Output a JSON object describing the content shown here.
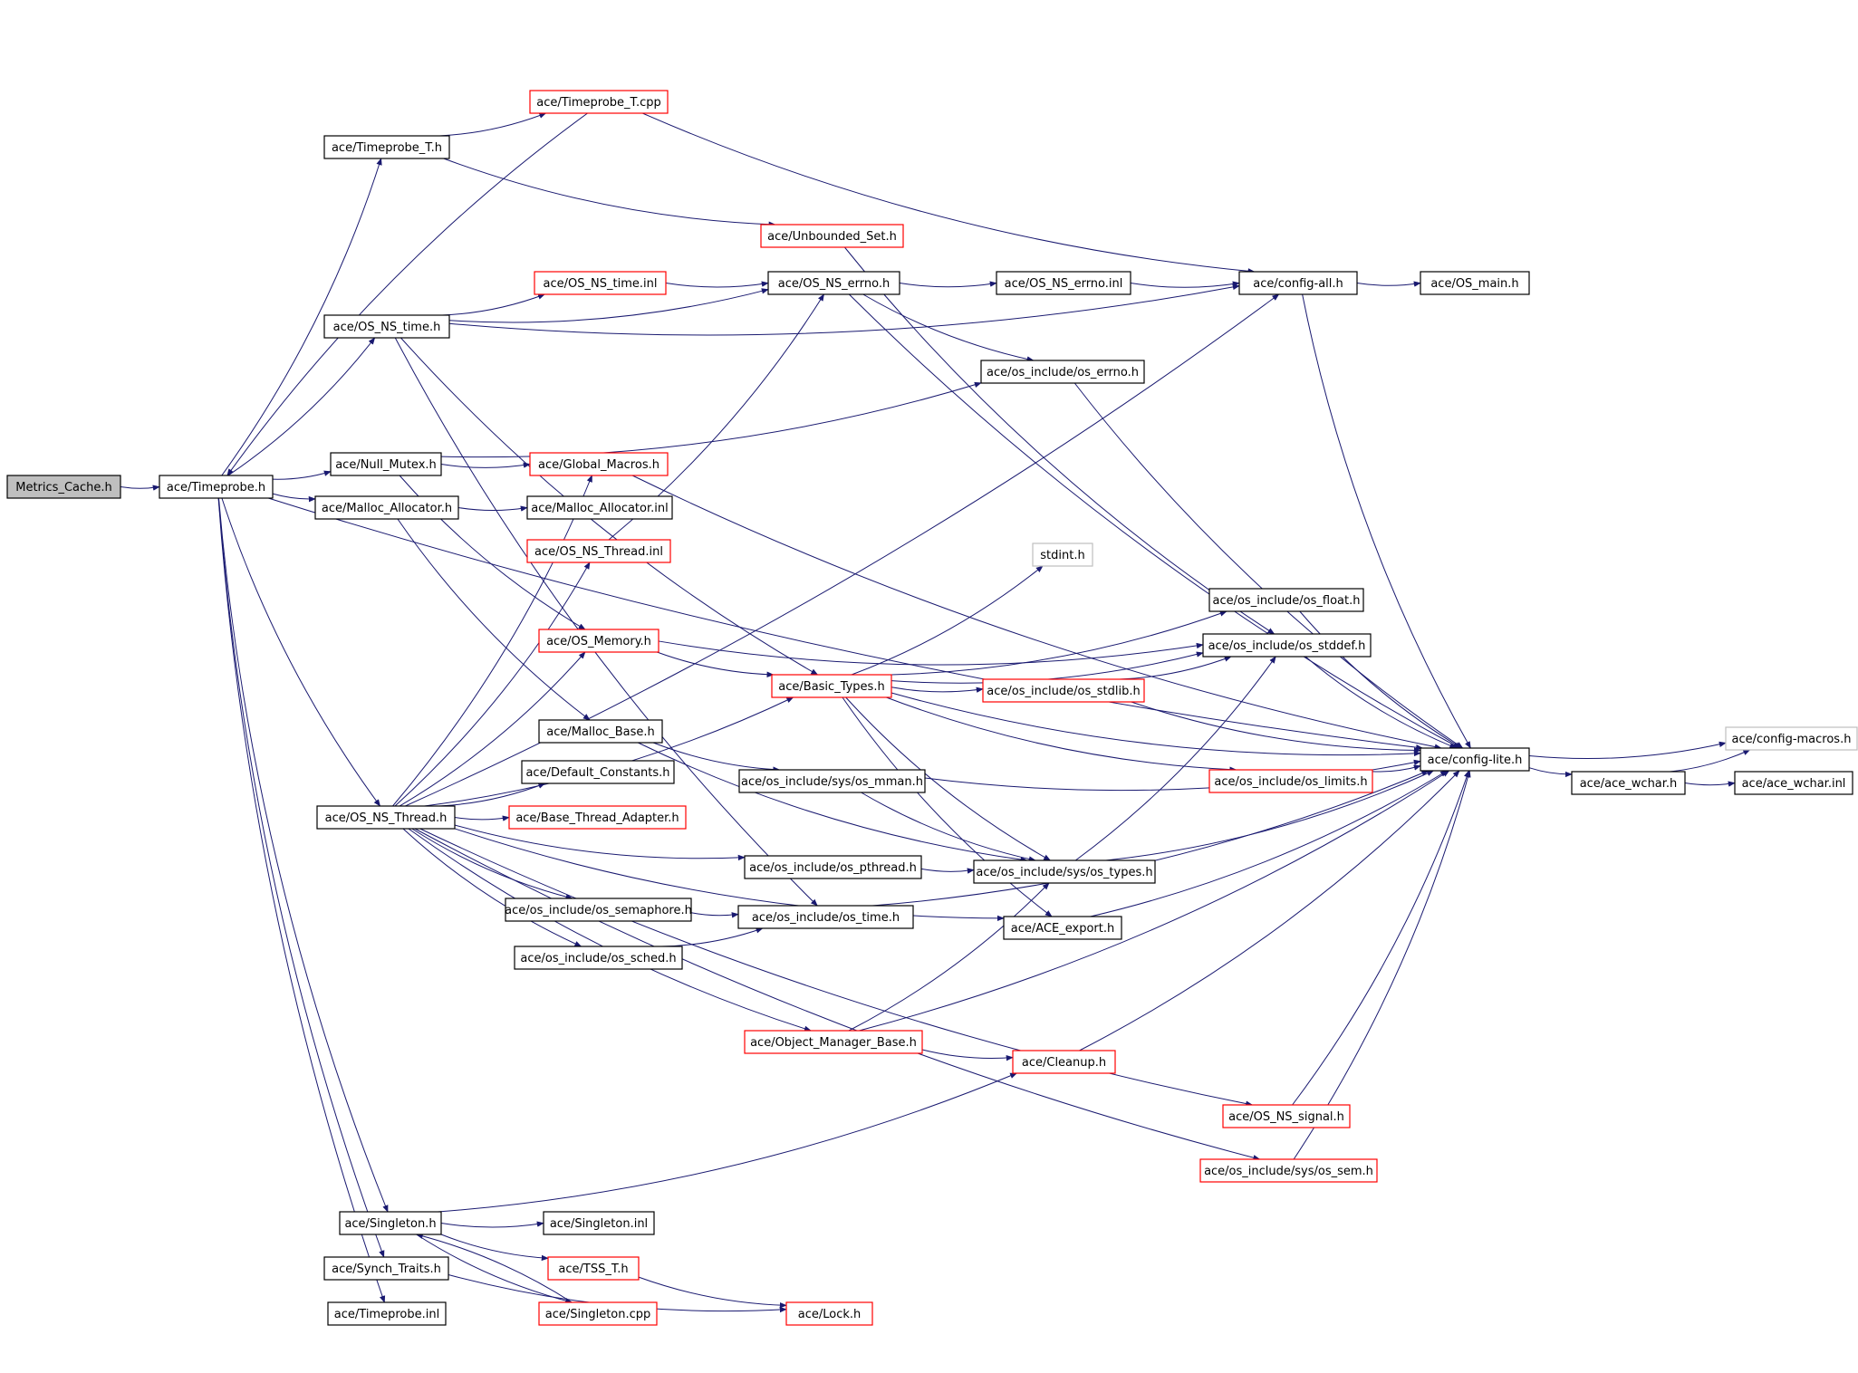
{
  "graph": {
    "root": "Metrics_Cache.h",
    "nodes": [
      {
        "id": "metrics_cache",
        "label": "Metrics_Cache.h",
        "style": "root"
      },
      {
        "id": "timeprobe",
        "label": "ace/Timeprobe.h",
        "style": "black"
      },
      {
        "id": "timeprobe_t_cpp",
        "label": "ace/Timeprobe_T.cpp",
        "style": "red"
      },
      {
        "id": "timeprobe_t_h",
        "label": "ace/Timeprobe_T.h",
        "style": "black"
      },
      {
        "id": "unbounded_set",
        "label": "ace/Unbounded_Set.h",
        "style": "red"
      },
      {
        "id": "os_ns_time_inl",
        "label": "ace/OS_NS_time.inl",
        "style": "red"
      },
      {
        "id": "os_ns_errno_h",
        "label": "ace/OS_NS_errno.h",
        "style": "black"
      },
      {
        "id": "os_ns_errno_inl",
        "label": "ace/OS_NS_errno.inl",
        "style": "black"
      },
      {
        "id": "config_all",
        "label": "ace/config-all.h",
        "style": "black"
      },
      {
        "id": "os_main",
        "label": "ace/OS_main.h",
        "style": "black"
      },
      {
        "id": "os_ns_time_h",
        "label": "ace/OS_NS_time.h",
        "style": "black"
      },
      {
        "id": "os_errno",
        "label": "ace/os_include/os_errno.h",
        "style": "black"
      },
      {
        "id": "null_mutex",
        "label": "ace/Null_Mutex.h",
        "style": "black"
      },
      {
        "id": "global_macros",
        "label": "ace/Global_Macros.h",
        "style": "red"
      },
      {
        "id": "malloc_allocator_h",
        "label": "ace/Malloc_Allocator.h",
        "style": "black"
      },
      {
        "id": "malloc_allocator_inl",
        "label": "ace/Malloc_Allocator.inl",
        "style": "black"
      },
      {
        "id": "os_ns_thread_inl",
        "label": "ace/OS_NS_Thread.inl",
        "style": "red"
      },
      {
        "id": "stdint",
        "label": "stdint.h",
        "style": "gray"
      },
      {
        "id": "os_float",
        "label": "ace/os_include/os_float.h",
        "style": "black"
      },
      {
        "id": "os_memory",
        "label": "ace/OS_Memory.h",
        "style": "red"
      },
      {
        "id": "os_stddef",
        "label": "ace/os_include/os_stddef.h",
        "style": "black"
      },
      {
        "id": "basic_types",
        "label": "ace/Basic_Types.h",
        "style": "red"
      },
      {
        "id": "os_stdlib",
        "label": "ace/os_include/os_stdlib.h",
        "style": "red"
      },
      {
        "id": "malloc_base",
        "label": "ace/Malloc_Base.h",
        "style": "black"
      },
      {
        "id": "config_lite",
        "label": "ace/config-lite.h",
        "style": "black"
      },
      {
        "id": "config_macros",
        "label": "ace/config-macros.h",
        "style": "gray"
      },
      {
        "id": "default_constants",
        "label": "ace/Default_Constants.h",
        "style": "black"
      },
      {
        "id": "os_mman",
        "label": "ace/os_include/sys/os_mman.h",
        "style": "black"
      },
      {
        "id": "os_limits",
        "label": "ace/os_include/os_limits.h",
        "style": "red"
      },
      {
        "id": "ace_wchar_h",
        "label": "ace/ace_wchar.h",
        "style": "black"
      },
      {
        "id": "ace_wchar_inl",
        "label": "ace/ace_wchar.inl",
        "style": "black"
      },
      {
        "id": "os_ns_thread_h",
        "label": "ace/OS_NS_Thread.h",
        "style": "black"
      },
      {
        "id": "base_thread_adapter",
        "label": "ace/Base_Thread_Adapter.h",
        "style": "red"
      },
      {
        "id": "os_pthread",
        "label": "ace/os_include/os_pthread.h",
        "style": "black"
      },
      {
        "id": "os_types",
        "label": "ace/os_include/sys/os_types.h",
        "style": "black"
      },
      {
        "id": "os_semaphore",
        "label": "ace/os_include/os_semaphore.h",
        "style": "black"
      },
      {
        "id": "os_time",
        "label": "ace/os_include/os_time.h",
        "style": "black"
      },
      {
        "id": "ace_export",
        "label": "ace/ACE_export.h",
        "style": "black"
      },
      {
        "id": "os_sched",
        "label": "ace/os_include/os_sched.h",
        "style": "black"
      },
      {
        "id": "object_manager_base",
        "label": "ace/Object_Manager_Base.h",
        "style": "red"
      },
      {
        "id": "cleanup",
        "label": "ace/Cleanup.h",
        "style": "red"
      },
      {
        "id": "os_ns_signal",
        "label": "ace/OS_NS_signal.h",
        "style": "red"
      },
      {
        "id": "os_sem",
        "label": "ace/os_include/sys/os_sem.h",
        "style": "red"
      },
      {
        "id": "singleton_h",
        "label": "ace/Singleton.h",
        "style": "black"
      },
      {
        "id": "singleton_inl",
        "label": "ace/Singleton.inl",
        "style": "black"
      },
      {
        "id": "tss_t",
        "label": "ace/TSS_T.h",
        "style": "red"
      },
      {
        "id": "synch_traits",
        "label": "ace/Synch_Traits.h",
        "style": "black"
      },
      {
        "id": "singleton_cpp",
        "label": "ace/Singleton.cpp",
        "style": "red"
      },
      {
        "id": "lock",
        "label": "ace/Lock.h",
        "style": "red"
      },
      {
        "id": "timeprobe_inl",
        "label": "ace/Timeprobe.inl",
        "style": "black"
      }
    ],
    "edges": [
      [
        "metrics_cache",
        "timeprobe"
      ],
      [
        "timeprobe",
        "timeprobe_t_h"
      ],
      [
        "timeprobe",
        "os_ns_time_h"
      ],
      [
        "timeprobe",
        "null_mutex"
      ],
      [
        "timeprobe",
        "malloc_allocator_h"
      ],
      [
        "timeprobe",
        "os_ns_thread_h"
      ],
      [
        "timeprobe",
        "singleton_h"
      ],
      [
        "timeprobe",
        "synch_traits"
      ],
      [
        "timeprobe",
        "timeprobe_inl"
      ],
      [
        "timeprobe",
        "config_lite"
      ],
      [
        "timeprobe_t_h",
        "timeprobe_t_cpp"
      ],
      [
        "timeprobe_t_h",
        "unbounded_set"
      ],
      [
        "timeprobe_t_cpp",
        "timeprobe"
      ],
      [
        "timeprobe_t_cpp",
        "config_all"
      ],
      [
        "unbounded_set",
        "os_stddef"
      ],
      [
        "os_ns_time_h",
        "os_ns_time_inl"
      ],
      [
        "os_ns_time_h",
        "os_ns_errno_h"
      ],
      [
        "os_ns_time_h",
        "config_all"
      ],
      [
        "os_ns_time_h",
        "basic_types"
      ],
      [
        "os_ns_time_h",
        "os_time"
      ],
      [
        "os_ns_time_inl",
        "os_ns_errno_h"
      ],
      [
        "os_ns_errno_h",
        "os_ns_errno_inl"
      ],
      [
        "os_ns_errno_h",
        "os_errno"
      ],
      [
        "os_ns_errno_h",
        "config_lite"
      ],
      [
        "os_ns_errno_inl",
        "config_all"
      ],
      [
        "config_all",
        "os_main"
      ],
      [
        "config_all",
        "config_lite"
      ],
      [
        "os_errno",
        "config_lite"
      ],
      [
        "null_mutex",
        "global_macros"
      ],
      [
        "null_mutex",
        "os_errno"
      ],
      [
        "null_mutex",
        "os_memory"
      ],
      [
        "global_macros",
        "config_lite"
      ],
      [
        "malloc_allocator_h",
        "malloc_allocator_inl"
      ],
      [
        "malloc_allocator_h",
        "malloc_base"
      ],
      [
        "os_ns_thread_inl",
        "os_ns_errno_h"
      ],
      [
        "os_memory",
        "basic_types"
      ],
      [
        "os_memory",
        "os_stddef"
      ],
      [
        "basic_types",
        "stdint"
      ],
      [
        "basic_types",
        "os_float"
      ],
      [
        "basic_types",
        "os_stddef"
      ],
      [
        "basic_types",
        "os_stdlib"
      ],
      [
        "basic_types",
        "config_lite"
      ],
      [
        "basic_types",
        "os_limits"
      ],
      [
        "basic_types",
        "os_types"
      ],
      [
        "basic_types",
        "ace_export"
      ],
      [
        "os_stdlib",
        "os_stddef"
      ],
      [
        "os_stdlib",
        "config_lite"
      ],
      [
        "os_float",
        "config_lite"
      ],
      [
        "os_stddef",
        "config_lite"
      ],
      [
        "malloc_base",
        "os_mman"
      ],
      [
        "malloc_base",
        "os_types"
      ],
      [
        "os_mman",
        "os_types"
      ],
      [
        "os_mman",
        "config_lite"
      ],
      [
        "os_limits",
        "config_lite"
      ],
      [
        "config_lite",
        "config_macros"
      ],
      [
        "config_lite",
        "ace_wchar_h"
      ],
      [
        "ace_wchar_h",
        "ace_wchar_inl"
      ],
      [
        "ace_wchar_h",
        "config_macros"
      ],
      [
        "os_ns_thread_h",
        "default_constants"
      ],
      [
        "os_ns_thread_h",
        "base_thread_adapter"
      ],
      [
        "os_ns_thread_h",
        "os_pthread"
      ],
      [
        "os_ns_thread_h",
        "os_semaphore"
      ],
      [
        "os_ns_thread_h",
        "os_sched"
      ],
      [
        "os_ns_thread_h",
        "object_manager_base"
      ],
      [
        "os_ns_thread_h",
        "os_ns_signal"
      ],
      [
        "os_ns_thread_h",
        "os_sem"
      ],
      [
        "os_ns_thread_h",
        "ace_export"
      ],
      [
        "os_ns_thread_h",
        "os_ns_thread_inl"
      ],
      [
        "os_ns_thread_h",
        "global_macros"
      ],
      [
        "os_ns_thread_h",
        "os_memory"
      ],
      [
        "os_ns_thread_h",
        "basic_types"
      ],
      [
        "os_ns_thread_h",
        "config_all"
      ],
      [
        "os_pthread",
        "os_types"
      ],
      [
        "os_semaphore",
        "os_time"
      ],
      [
        "os_sched",
        "os_time"
      ],
      [
        "os_time",
        "config_lite"
      ],
      [
        "os_types",
        "os_stddef"
      ],
      [
        "os_types",
        "config_lite"
      ],
      [
        "ace_export",
        "config_lite"
      ],
      [
        "object_manager_base",
        "os_types"
      ],
      [
        "object_manager_base",
        "cleanup"
      ],
      [
        "object_manager_base",
        "config_lite"
      ],
      [
        "cleanup",
        "config_lite"
      ],
      [
        "os_ns_signal",
        "config_lite"
      ],
      [
        "os_sem",
        "config_lite"
      ],
      [
        "singleton_h",
        "singleton_inl"
      ],
      [
        "singleton_h",
        "tss_t"
      ],
      [
        "singleton_h",
        "singleton_cpp"
      ],
      [
        "singleton_h",
        "cleanup"
      ],
      [
        "singleton_cpp",
        "singleton_h"
      ],
      [
        "tss_t",
        "lock"
      ],
      [
        "synch_traits",
        "lock"
      ]
    ]
  }
}
